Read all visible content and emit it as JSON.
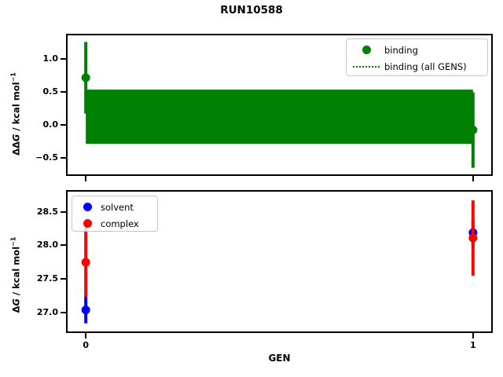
{
  "figure": {
    "title": "RUN10588"
  },
  "chart_data": [
    {
      "type": "scatter",
      "name": "binding-vs-gen",
      "ylabel": {
        "delta": "ΔΔ",
        "var": "G",
        "unit": " / kcal mol",
        "sup": "−1"
      },
      "xlim": [
        -0.047,
        1.047
      ],
      "ylim": [
        -0.75,
        1.35
      ],
      "grid": false,
      "yticks": [
        {
          "v": 1.0,
          "label": "1.0"
        },
        {
          "v": 0.5,
          "label": "0.5"
        },
        {
          "v": 0.0,
          "label": "0.0"
        },
        {
          "v": -0.5,
          "label": "−0.5"
        }
      ],
      "xticks": [
        {
          "v": 0,
          "label": ""
        },
        {
          "v": 1,
          "label": ""
        }
      ],
      "series": [
        {
          "name": "binding",
          "color": "#008000",
          "marker": "circle",
          "points": [
            {
              "x": 0,
              "y": 0.71,
              "err": 0.54
            },
            {
              "x": 1,
              "y": -0.08,
              "err": 0.57
            }
          ]
        }
      ],
      "band": {
        "name": "binding (all GENS)",
        "color": "#008000",
        "x0": 0,
        "x1": 1,
        "lo": -0.29,
        "hi": 0.53,
        "center": 0.12,
        "linestyle": "dotted"
      },
      "legend": {
        "position": "upper-right",
        "entries": [
          {
            "marker": "dot",
            "color": "#008000",
            "label": "binding"
          },
          {
            "marker": "dotted-line",
            "color": "#008000",
            "label": "binding (all GENS)"
          }
        ]
      }
    },
    {
      "type": "scatter",
      "name": "dg-vs-gen",
      "xlabel": "GEN",
      "ylabel": {
        "delta": "Δ",
        "var": "G",
        "unit": " / kcal mol",
        "sup": "−1"
      },
      "xlim": [
        -0.047,
        1.047
      ],
      "ylim": [
        26.72,
        28.8
      ],
      "grid": false,
      "yticks": [
        {
          "v": 28.5,
          "label": "28.5"
        },
        {
          "v": 28.0,
          "label": "28.0"
        },
        {
          "v": 27.5,
          "label": "27.5"
        },
        {
          "v": 27.0,
          "label": "27.0"
        }
      ],
      "xticks": [
        {
          "v": 0,
          "label": "0"
        },
        {
          "v": 1,
          "label": "1"
        }
      ],
      "series": [
        {
          "name": "solvent",
          "color": "#0000ff",
          "marker": "circle",
          "points": [
            {
              "x": 0,
              "y": 27.04,
              "err": 0.2
            },
            {
              "x": 1,
              "y": 28.19,
              "err": 0.21
            }
          ]
        },
        {
          "name": "complex",
          "color": "#ff0000",
          "marker": "circle",
          "points": [
            {
              "x": 0,
              "y": 27.75,
              "err": 0.52
            },
            {
              "x": 1,
              "y": 28.11,
              "err": 0.56
            }
          ]
        }
      ],
      "legend": {
        "position": "upper-left",
        "entries": [
          {
            "marker": "dot",
            "color": "#0000ff",
            "label": "solvent"
          },
          {
            "marker": "dot",
            "color": "#ff0000",
            "label": "complex"
          }
        ]
      }
    }
  ]
}
